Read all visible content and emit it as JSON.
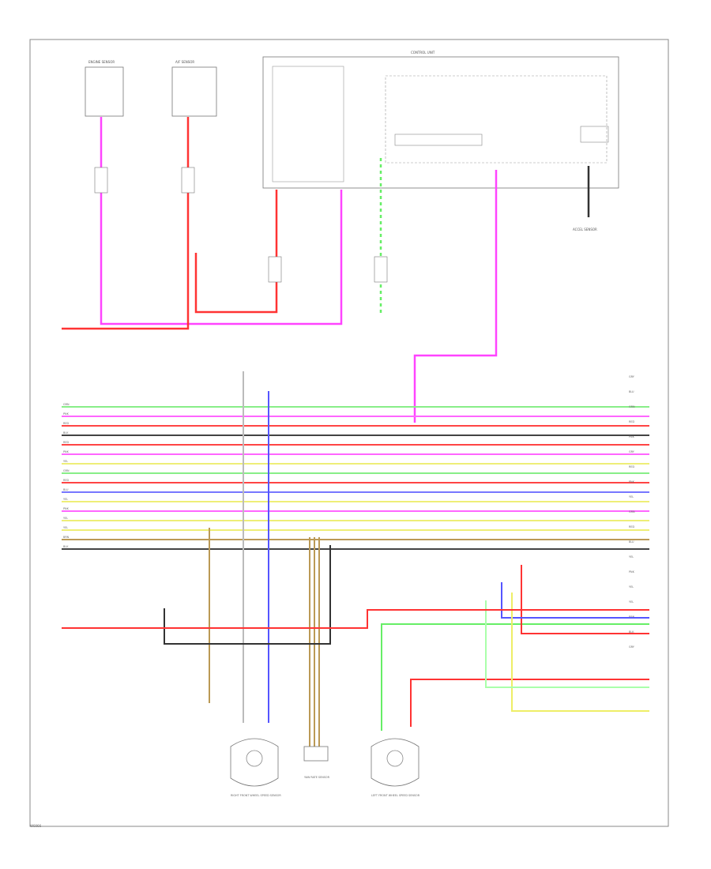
{
  "colors": {
    "pink": "#ff44ff",
    "red": "#ff3333",
    "green": "#66ee66",
    "yellow": "#eeee66",
    "blue": "#5555ff",
    "tan": "#bb9955",
    "black": "#333333",
    "gray": "#999999",
    "lightpink": "#ffaaee",
    "lightgreen": "#aaffaa",
    "lightyellow": "#ffff99"
  },
  "labels": {
    "top_left_component": "ENGINE SENSOR",
    "top_mid_component": "A/F SENSOR",
    "control_unit_title": "CONTROL UNIT",
    "bottom_left_component": "RIGHT FRONT WHEEL SPEED SENSOR",
    "bottom_mid_component": "YAW RATE SENSOR",
    "bottom_right_component": "LEFT FRONT WHEEL SPEED SENSOR",
    "right_top_component": "ACCEL SENSOR",
    "footer": "W0066"
  },
  "wire_colors_left": [
    "GRN",
    "PNK",
    "RED",
    "BLK",
    "RED",
    "PNK",
    "YEL",
    "GRN",
    "RED",
    "BLU",
    "YEL",
    "PNK",
    "YEL",
    "YEL",
    "BRN",
    "BLK"
  ],
  "wire_colors_right": [
    "GRY",
    "BLU",
    "GRN",
    "RED",
    "PNK",
    "GRY",
    "RED",
    "PNK",
    "YEL",
    "GRN",
    "RED",
    "BLU",
    "YEL",
    "PNK",
    "YEL",
    "YEL",
    "BRN",
    "BLK",
    "GRY"
  ]
}
